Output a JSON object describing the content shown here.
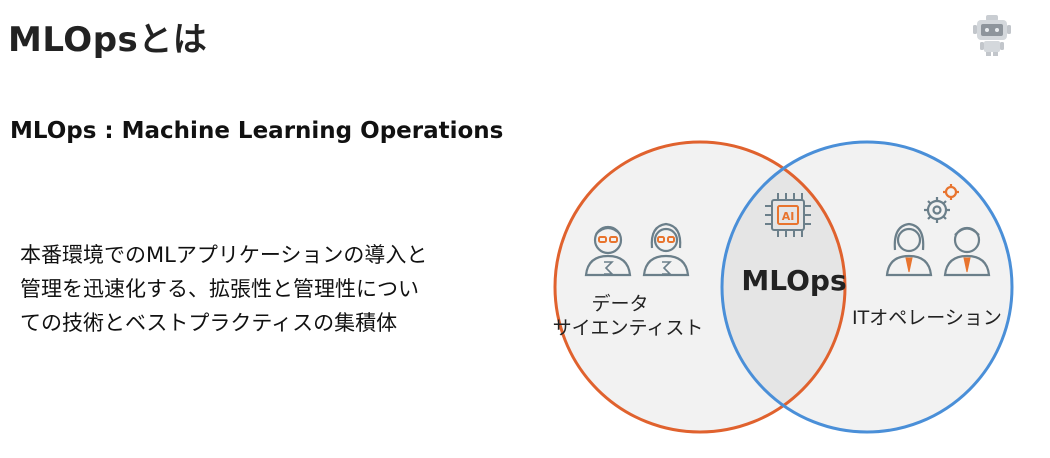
{
  "slide": {
    "title": "MLOpsとは",
    "subtitle": "MLOps : Machine Learning Operations",
    "description_lines": [
      "本番環境でのMLアプリケーションの導入と",
      "管理を迅速化する、拡張性と管理性につい",
      "ての技術とベストプラクティスの集積体"
    ]
  },
  "venn": {
    "left_label_line1": "データ",
    "left_label_line2": "サイエンティスト",
    "center_label": "MLOps",
    "right_label": "ITオペレーション",
    "chip_text": "AI",
    "colors": {
      "left_circle": "#e0622e",
      "right_circle": "#4a8fd8",
      "fill": "#f2f2f2",
      "overlap_fill": "#e6e6e6",
      "accent": "#e8742e"
    }
  },
  "icons": {
    "top_right": "robot-icon",
    "left": "data-scientists-icon",
    "center": "ai-chip-icon",
    "right": "it-operators-icon"
  }
}
